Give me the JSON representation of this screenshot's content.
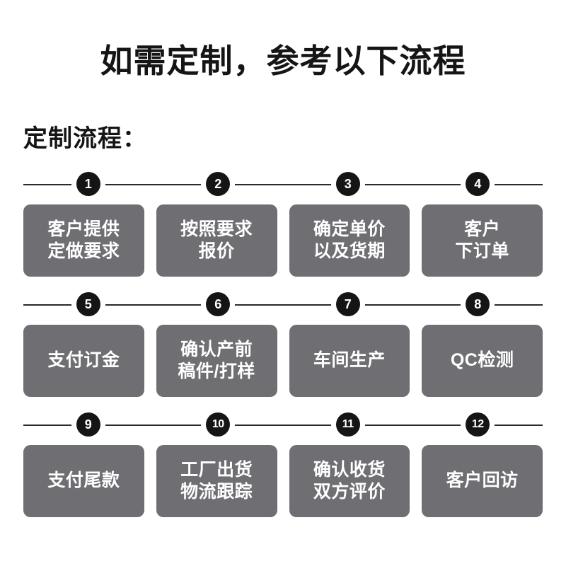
{
  "header": {
    "main_title": "如需定制，参考以下流程",
    "section_title": "定制流程："
  },
  "colors": {
    "text_dark": "#151515",
    "box_bg": "#6e6e73",
    "box_text": "#ffffff",
    "badge_bg": "#151515",
    "line": "#2a2a2a",
    "page_bg": "#ffffff"
  },
  "flow": {
    "rows": [
      {
        "steps": [
          {
            "number": "1",
            "label": "客户提供\n定做要求"
          },
          {
            "number": "2",
            "label": "按照要求\n报价"
          },
          {
            "number": "3",
            "label": "确定单价\n以及货期"
          },
          {
            "number": "4",
            "label": "客户\n下订单"
          }
        ]
      },
      {
        "steps": [
          {
            "number": "5",
            "label": "支付订金"
          },
          {
            "number": "6",
            "label": "确认产前\n稿件/打样"
          },
          {
            "number": "7",
            "label": "车间生产"
          },
          {
            "number": "8",
            "label": "QC检测"
          }
        ]
      },
      {
        "steps": [
          {
            "number": "9",
            "label": "支付尾款"
          },
          {
            "number": "10",
            "label": "工厂出货\n物流跟踪"
          },
          {
            "number": "11",
            "label": "确认收货\n双方评价"
          },
          {
            "number": "12",
            "label": "客户回访"
          }
        ]
      }
    ]
  }
}
